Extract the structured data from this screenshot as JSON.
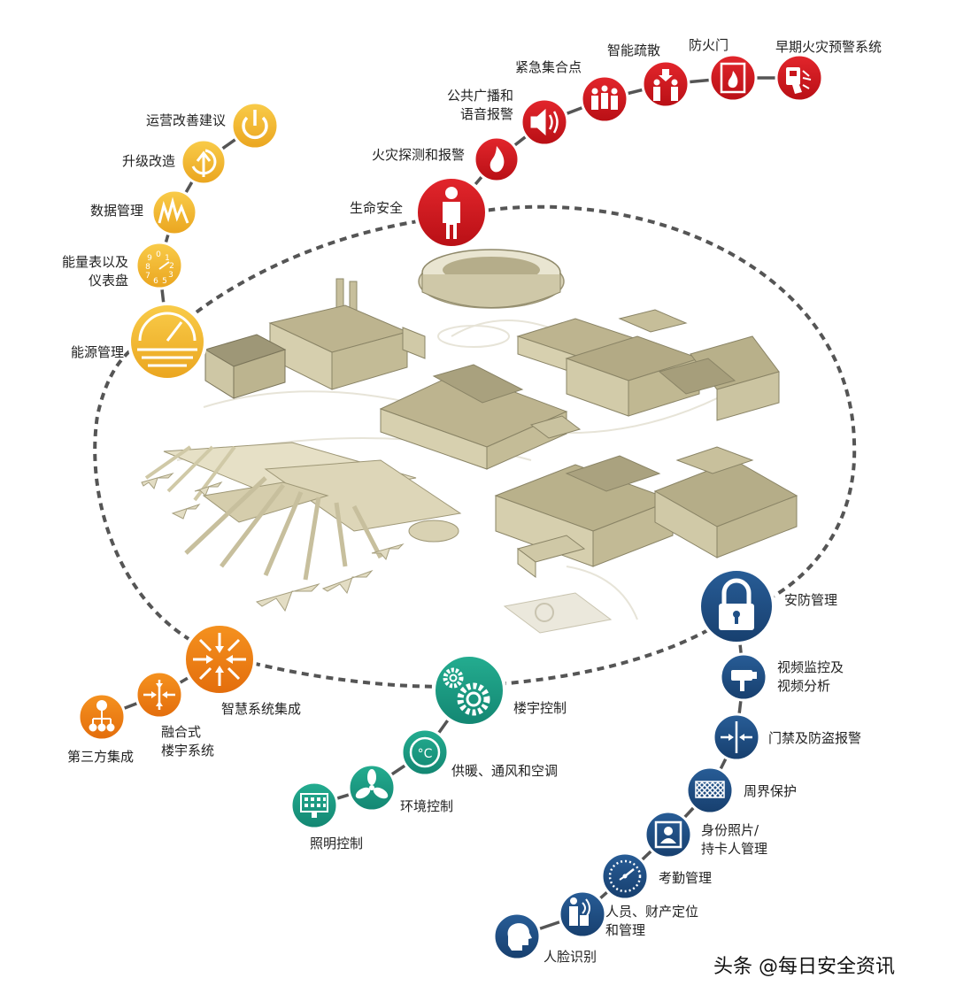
{
  "colors": {
    "energy": "#f2b52a",
    "life": "#d0191f",
    "integration": "#ec7c12",
    "building": "#1b9a80",
    "security": "#1f4f86",
    "building_fill": "#cdc5a3",
    "dash": "#555555"
  },
  "groups": {
    "energy": {
      "main": {
        "label": "能源管理",
        "icon": "gauge-icon"
      },
      "items": [
        {
          "label": "能量表以及\n仪表盘",
          "icon": "dial-meter-icon"
        },
        {
          "label": "数据管理",
          "icon": "data-wave-icon"
        },
        {
          "label": "升级改造",
          "icon": "upgrade-arrow-icon"
        },
        {
          "label": "运营改善建议",
          "icon": "power-icon"
        }
      ]
    },
    "life": {
      "main": {
        "label": "生命安全",
        "icon": "person-icon"
      },
      "items": [
        {
          "label": "火灾探测和报警",
          "icon": "flame-icon"
        },
        {
          "label": "公共广播和\n语音报警",
          "icon": "speaker-icon"
        },
        {
          "label": "紧急集合点",
          "icon": "people-group-icon"
        },
        {
          "label": "智能疏散",
          "icon": "evacuation-icon"
        },
        {
          "label": "防火门",
          "icon": "fire-door-icon"
        },
        {
          "label": "早期火灾预警系统",
          "icon": "fire-alarm-hand-icon"
        }
      ]
    },
    "integration": {
      "main": {
        "label": "智慧系统集成",
        "icon": "arrows-converge-icon"
      },
      "items": [
        {
          "label": "融合式\n楼宇系统",
          "icon": "merge-arrows-icon"
        },
        {
          "label": "第三方集成",
          "icon": "node-tree-icon"
        }
      ]
    },
    "building": {
      "main": {
        "label": "楼宇控制",
        "icon": "gears-icon"
      },
      "items": [
        {
          "label": "供暖、通风和空调",
          "icon": "thermostat-icon"
        },
        {
          "label": "环境控制",
          "icon": "fan-icon"
        },
        {
          "label": "照明控制",
          "icon": "lighting-panel-icon"
        }
      ]
    },
    "security": {
      "main": {
        "label": "安防管理",
        "icon": "padlock-icon"
      },
      "items": [
        {
          "label": "视频监控及\n视频分析",
          "icon": "camera-icon"
        },
        {
          "label": "门禁及防盗报警",
          "icon": "door-access-icon"
        },
        {
          "label": "周界保护",
          "icon": "fence-icon"
        },
        {
          "label": "身份照片/\n持卡人管理",
          "icon": "id-card-icon"
        },
        {
          "label": "考勤管理",
          "icon": "clock-icon"
        },
        {
          "label": "人员、财产定位\n和管理",
          "icon": "locate-person-icon"
        },
        {
          "label": "人脸识别",
          "icon": "face-icon"
        }
      ]
    }
  },
  "watermark": "头条 @每日安全资讯"
}
